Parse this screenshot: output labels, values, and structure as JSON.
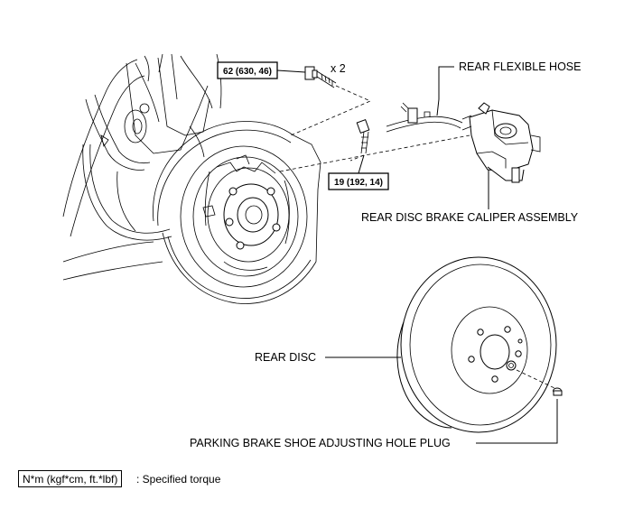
{
  "labels": {
    "rear_flexible_hose": "REAR FLEXIBLE HOSE",
    "caliper_assembly": "REAR DISC BRAKE CALIPER ASSEMBLY",
    "rear_disc": "REAR DISC",
    "parking_plug": "PARKING BRAKE SHOE ADJUSTING HOLE PLUG"
  },
  "torques": {
    "backing_bolt": "62 (630, 46)",
    "backing_bolt_qty": "x 2",
    "caliper_bolt": "19 (192, 14)"
  },
  "legend": {
    "units": "N*m (kgf*cm, ft.*lbf)",
    "description": ": Specified torque"
  }
}
